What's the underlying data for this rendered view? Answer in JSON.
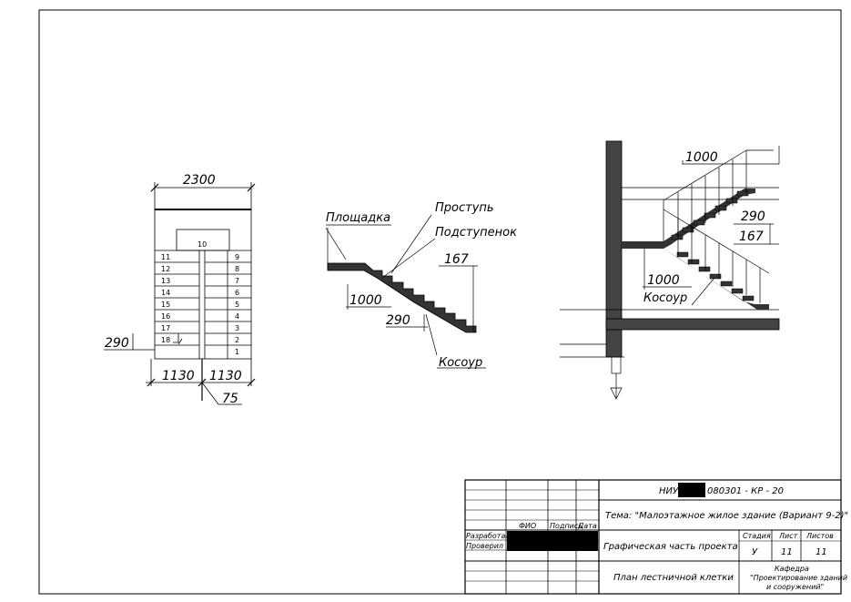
{
  "plan": {
    "dim_total": "2300",
    "dim_left": "1130",
    "dim_right": "1130",
    "dim_tread": "290",
    "dim_gap": "75",
    "steps_left": [
      "11",
      "12",
      "13",
      "14",
      "15",
      "16",
      "17",
      "18"
    ],
    "steps_right": [
      "9",
      "8",
      "7",
      "6",
      "5",
      "4",
      "3",
      "2",
      "1"
    ],
    "step_landing": "10"
  },
  "detail": {
    "label_landing": "Площадка",
    "label_tread": "Проступь",
    "label_riser": "Подступенок",
    "label_stringer": "Косоур",
    "dim_height": "167",
    "dim_landing": "1000",
    "dim_tread": "290"
  },
  "section": {
    "dim_top": "1000",
    "dim_tread": "290",
    "dim_height": "167",
    "dim_landing": "1000",
    "label_stringer": "Косоур"
  },
  "title_block": {
    "code_prefix": "НИУ",
    "code_suffix": "080301 - КР - 20",
    "topic": "Тема: \"Малоэтажное жилое здание (Вариант 9-2)\"",
    "col_name": "ФИО",
    "col_sign": "Подпись",
    "col_date": "Дата",
    "row_developed": "Разработал",
    "row_checked": "Проверил",
    "section_title": "Графическая часть проекта",
    "col_stage": "Стадия",
    "col_sheet": "Лист",
    "col_sheets": "Листов",
    "stage": "У",
    "sheet": "11",
    "sheets": "11",
    "drawing_title": "План лестничной клетки",
    "dept_line1": "Кафедра",
    "dept_line2": "\"Проектирование зданий",
    "dept_line3": "и сооружений\""
  }
}
